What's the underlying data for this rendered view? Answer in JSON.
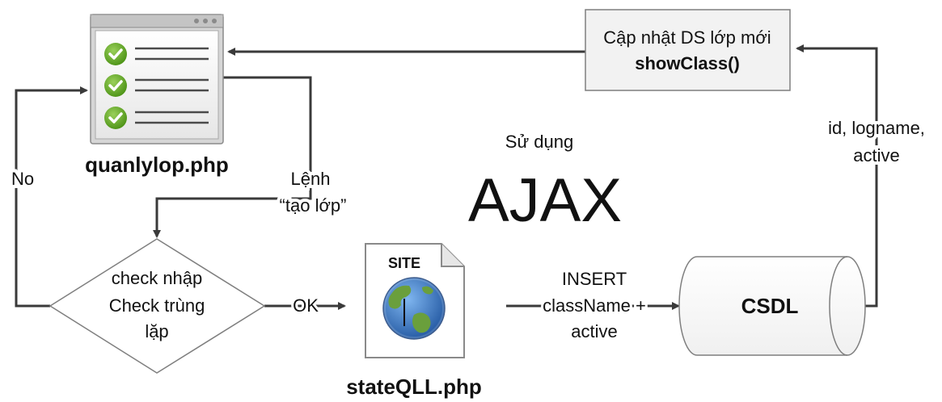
{
  "nodes": {
    "quanlylop": {
      "label": "quanlylop.php",
      "icon": "checklist-window-icon"
    },
    "update_box": {
      "line1": "Cập nhật DS lớp mới",
      "line2": "showClass()"
    },
    "decision": {
      "line1": "check nhập",
      "line2": "Check trùng",
      "line3": "lặp"
    },
    "state": {
      "label": "stateQLL.php",
      "badge": "SITE",
      "icon": "globe-document-icon"
    },
    "db": {
      "label": "CSDL"
    }
  },
  "edges": {
    "command": {
      "line1": "Lệnh",
      "line2": "“tạo lớp”"
    },
    "no": "No",
    "ok": "OK",
    "insert": {
      "line1": "INSERT",
      "line2": "className +",
      "line3": "active"
    },
    "fields": {
      "line1": "id, logname,",
      "line2": "active"
    }
  },
  "center": {
    "subtitle": "Sử dụng",
    "title": "AJAX"
  },
  "colors": {
    "check_green": "#5aa51c",
    "globe_blue": "#2c6fb8",
    "globe_green": "#6a9f3c",
    "box_fill": "#f2f2f2",
    "arrow": "#3a3a3a"
  }
}
